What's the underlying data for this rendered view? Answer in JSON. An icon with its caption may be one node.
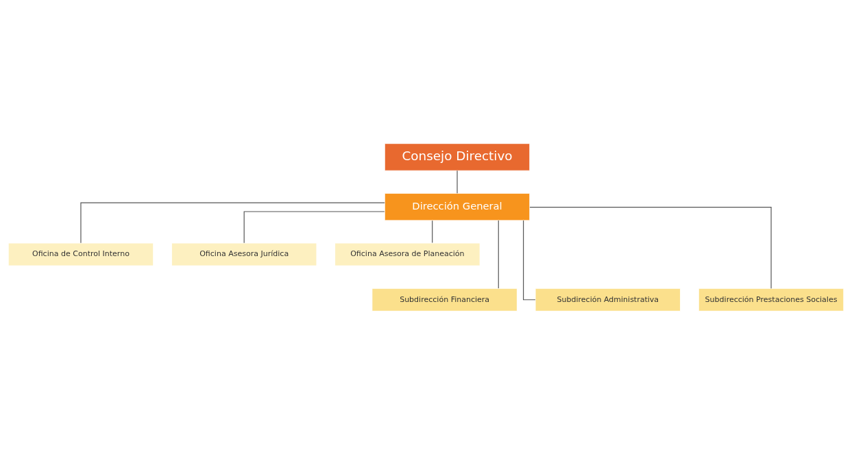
{
  "diagram": {
    "nodes": [
      {
        "text": [
          "Consejo Directivo"
        ]
      },
      {
        "text": [
          "Dirección General"
        ]
      },
      {
        "text": [
          "Oficina de Control Interno"
        ]
      },
      {
        "text": [
          "Oficina Asesora Jurídica"
        ]
      },
      {
        "text": [
          "Oficina Asesora de Planeación"
        ]
      },
      {
        "text": [
          "Subdirección Financiera"
        ]
      },
      {
        "text": [
          "Subdireción Administrativa"
        ]
      },
      {
        "text": [
          "Subdirección Prestaciones Sociales"
        ]
      }
    ],
    "edges": [
      {
        "from": 0,
        "to": 1,
        "arrow": "none"
      },
      {
        "from": 1,
        "to": 2,
        "arrow": "none"
      },
      {
        "from": 1,
        "to": 3,
        "arrow": "none"
      },
      {
        "from": 1,
        "to": 4,
        "arrow": "none"
      },
      {
        "from": 1,
        "to": 5,
        "arrow": "none"
      },
      {
        "from": 1,
        "to": 6,
        "arrow": "none"
      },
      {
        "from": 1,
        "to": 7,
        "arrow": "none"
      }
    ]
  }
}
